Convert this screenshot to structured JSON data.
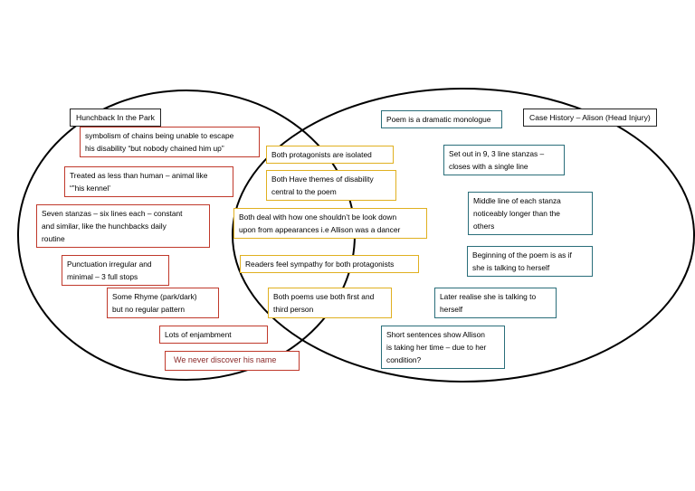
{
  "colors": {
    "hunchback": "#c0392b",
    "shared": "#e0b020",
    "alison": "#2a6e7a",
    "outline": "#000000"
  },
  "titles": {
    "left": "Hunchback In the Park",
    "right": "Case History – Alison (Head Injury)"
  },
  "left": [
    "symbolism of chains being unable to escape\nhis disability “but nobody chained him up”",
    "Treated as less than human – animal like\n“”his kennel’",
    "Seven stanzas – six lines each – constant\nand similar, like the hunchbacks daily\nroutine",
    "Punctuation irregular and\nminimal – 3 full stops",
    "Some Rhyme (park/dark)\nbut no regular pattern",
    "Lots of enjambment",
    "We never discover his name"
  ],
  "shared": [
    "Both protagonists are isolated",
    "Both Have themes of disability\ncentral to the poem",
    "Both deal with how one shouldn’t be look down\nupon from appearances i.e Allison was a dancer",
    "Readers feel sympathy for both protagonists",
    "Both poems use both first and\nthird person"
  ],
  "right": [
    "Poem is a dramatic monologue",
    "Set out in 9, 3 line stanzas –\ncloses with a single line",
    "Middle line of each stanza\nnoticeably longer than the\nothers",
    "Beginning of the poem is as if\nshe is talking to herself",
    "Later realise she is talking to\nherself",
    "Short sentences show Allison\nis taking her time – due to her\ncondition?"
  ]
}
